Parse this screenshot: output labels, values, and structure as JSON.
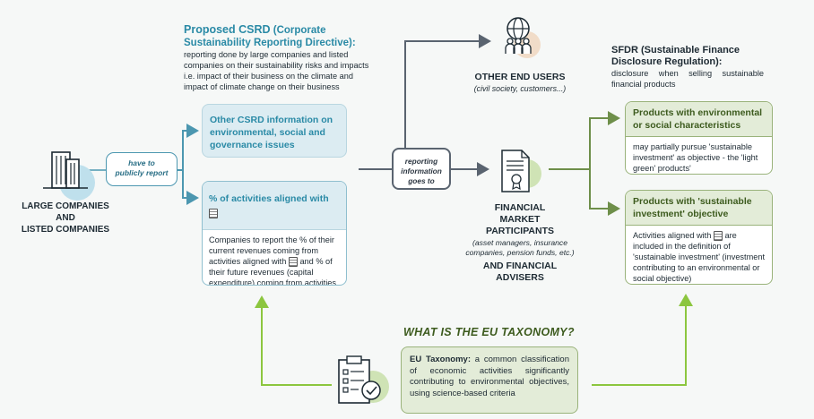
{
  "csrd": {
    "title": "Proposed CSRD",
    "title_acronym_expansion": "(Corporate Sustainability Reporting Directive):",
    "description": "reporting done by large companies and listed companies on their sustainability risks and impacts i.e. impact of their business on the climate and impact of climate change on their business"
  },
  "sfdr": {
    "title": "SFDR (Sustainable Finance Disclosure Regulation):",
    "description": "disclosure when selling sustainable financial products"
  },
  "companies": {
    "label_line1": "LARGE COMPANIES",
    "label_line2": "AND",
    "label_line3": "LISTED COMPANIES"
  },
  "have_to": {
    "line1": "have to",
    "line2": "publicly report"
  },
  "csrd_boxes": {
    "other_info": "Other CSRD information on environmental, social and governance issues",
    "aligned_title": "% of activities aligned with",
    "aligned_text_1": "Companies to report the % of their current revenues coming from activities aligned with",
    "aligned_text_2": "and % of their future revenues (capital expenditure) coming from activities aligned with"
  },
  "reporting": {
    "line1": "reporting",
    "line2": "information",
    "line3": "goes to"
  },
  "other_end_users": {
    "title": "OTHER END USERS",
    "subtitle": "(civil society, customers...)"
  },
  "fmp": {
    "title_line1": "FINANCIAL",
    "title_line2": "MARKET",
    "title_line3": "PARTICIPANTS",
    "subtitle": "(asset managers, insurance companies, pension funds, etc.)",
    "tail_line1": "AND FINANCIAL",
    "tail_line2": "ADVISERS"
  },
  "products": {
    "env_title": "Products with environmental or social characteristics",
    "env_text": "may partially pursue 'sustainable investment' as objective - the 'light green' products'",
    "sust_title": "Products with 'sustainable investment' objective",
    "sust_text_1": "Activities aligned with",
    "sust_text_2": "are included in the definition of 'sustainable investment' (investment contributing to an environmental or social objective)"
  },
  "taxonomy": {
    "heading": "WHAT IS THE EU TAXONOMY?",
    "term": "EU Taxonomy:",
    "definition": "a common classification of economic activities significantly contributing to environmental objectives, using science-based criteria"
  },
  "colors": {
    "blue_accent": "#2a8aa6",
    "green_accent": "#3d5b1e",
    "green_arrow": "#8cc63f",
    "grey_arrow": "#5a6470"
  },
  "icons": [
    "building-icon",
    "people-globe-icon",
    "certificate-document-icon",
    "checklist-clipboard-icon",
    "taxonomy-glyph-icon"
  ]
}
